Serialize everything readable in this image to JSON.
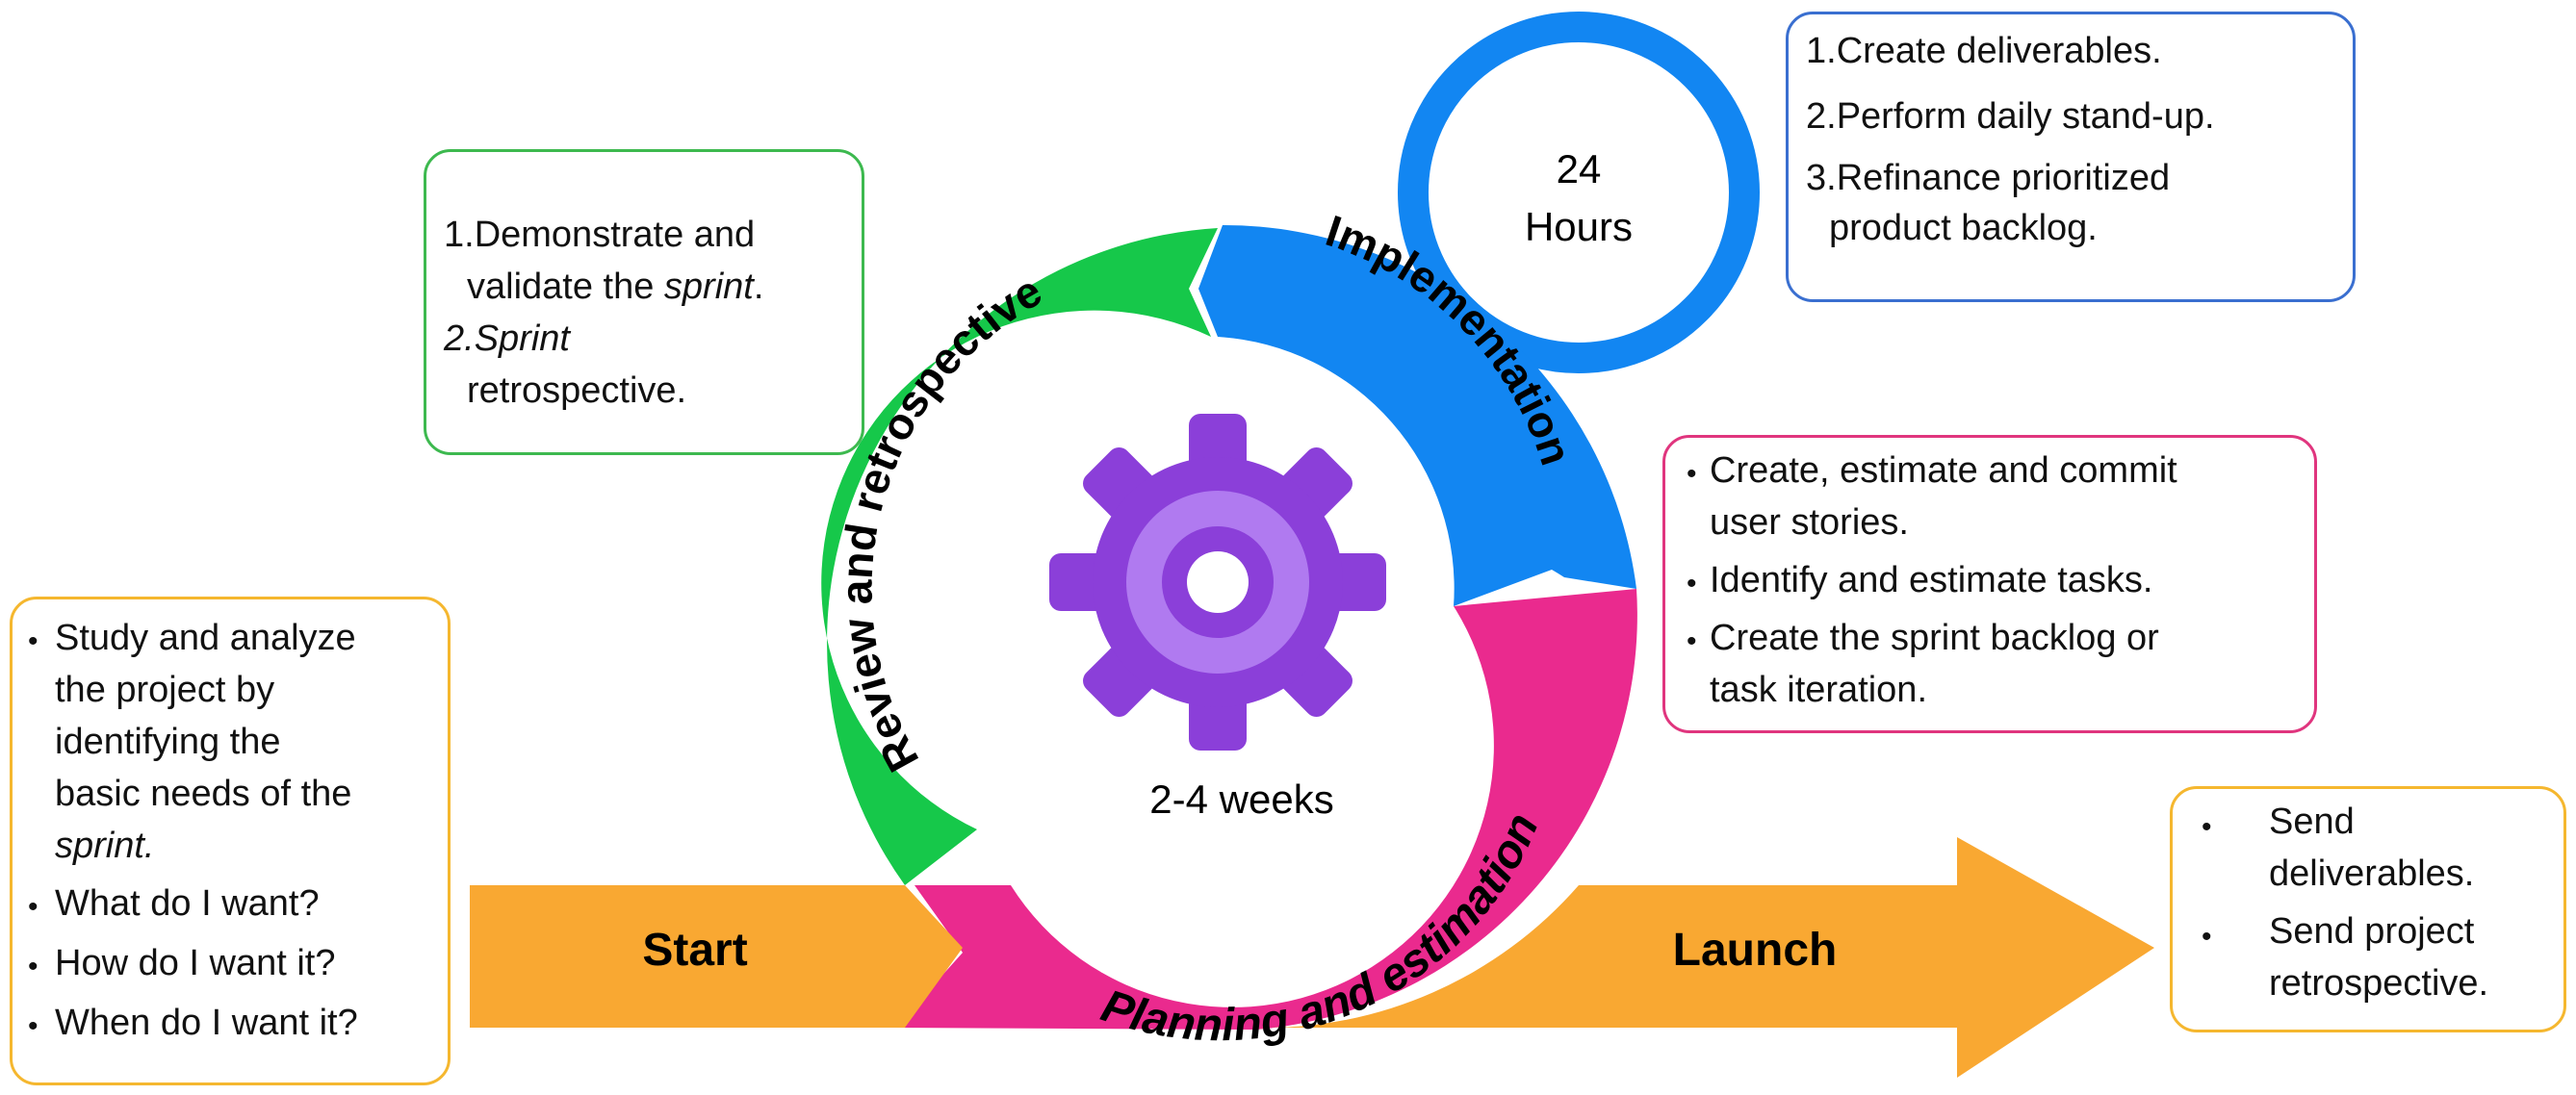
{
  "colors": {
    "start_arrow": "#F9A832",
    "planning": "#EA2A8E",
    "review": "#16C84A",
    "implementation": "#1286F2",
    "gear_outer": "#8B3FD9",
    "gear_inner": "#B07AF0",
    "border_green": "#3DB94F",
    "border_blue": "#3A6FD0",
    "border_pink": "#E0357E",
    "border_orange": "#F5B72F"
  },
  "arrow": {
    "start_label": "Start",
    "launch_label": "Launch"
  },
  "cycle": {
    "planning_label": "Planning and estimation",
    "review_label": "Review and retrospective",
    "implementation_label": "Implementation",
    "duration": "2-4 weeks",
    "gear_icon": "gear-icon"
  },
  "daily": {
    "line1": "24",
    "line2": "Hours"
  },
  "start_box": {
    "bullet": "•",
    "item1": {
      "lines": [
        "Study and analyze",
        "the project by",
        "identifying the",
        "basic needs of the"
      ],
      "italic": "sprint."
    },
    "item2": "What do I want?",
    "item3": "How do I want it?",
    "item4": "When do I want it?"
  },
  "review_box": {
    "l1": "1.Demonstrate and",
    "l2_pre": "validate the ",
    "l2_it": "sprint",
    "l2_post": ".",
    "l3_it": "2.Sprint",
    "l4": "retrospective."
  },
  "implementation_box": {
    "l1": "1.Create deliverables.",
    "l2": "2.Perform daily stand-up.",
    "l3": "3.Refinance prioritized",
    "l4": "product backlog."
  },
  "planning_box": {
    "bullet": "•",
    "item1": [
      "Create, estimate and commit",
      "user stories."
    ],
    "item2": "Identify and estimate tasks.",
    "item3": [
      "Create the sprint backlog or",
      "task iteration."
    ]
  },
  "launch_box": {
    "bullet": "•",
    "item1": [
      "Send",
      "deliverables."
    ],
    "item2": [
      "Send project",
      "retrospective."
    ]
  }
}
